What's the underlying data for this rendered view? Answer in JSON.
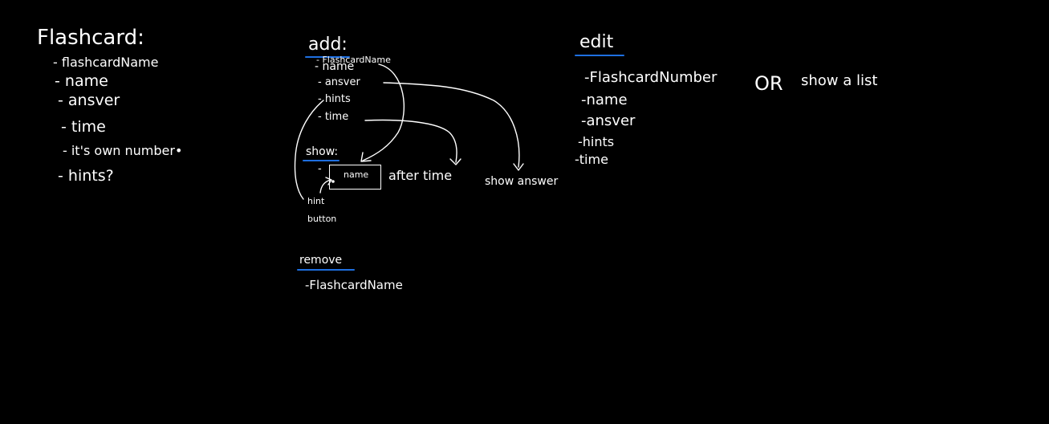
{
  "flashcard": {
    "title": "Flashcard:",
    "items": [
      "- flashcardName",
      "- name",
      "- ansver",
      "- time",
      "- it's own number•",
      "- hints?"
    ]
  },
  "add": {
    "title": "add:",
    "items": [
      "- FlashcardName",
      "- name",
      "- ansver",
      "- hints",
      "- time"
    ]
  },
  "show": {
    "title": "show:",
    "dash": "-",
    "box_label": "name",
    "after_time": "after time",
    "show_answer": "show answer",
    "hint_label": "hint",
    "button_label": "button"
  },
  "remove": {
    "title": "remove",
    "items": [
      "-FlashcardName"
    ]
  },
  "edit": {
    "title": "edit",
    "items": [
      "-FlashcardNumber",
      "-name",
      "-ansver",
      "-hints",
      "-time"
    ],
    "or_label": "OR",
    "show_list": "show a list"
  },
  "colors": {
    "background": "#000000",
    "ink": "#ffffff",
    "underline": "#1e6fe0"
  }
}
